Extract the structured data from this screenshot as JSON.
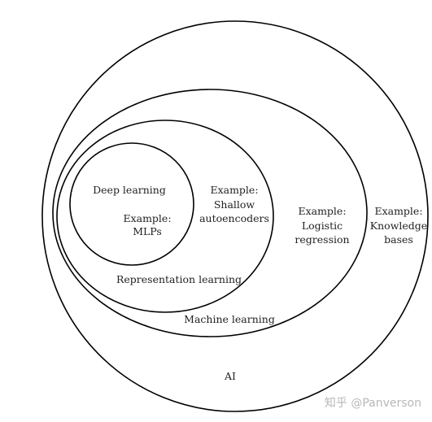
{
  "diagram": {
    "ai": "AI",
    "machine_learning": "Machine learning",
    "representation_learning": "Representation learning",
    "deep_learning": "Deep learning",
    "example_kb": [
      "Example:",
      "Knowledge",
      "bases"
    ],
    "example_logistic": [
      "Example:",
      "Logistic",
      "regression"
    ],
    "example_shallow": [
      "Example:",
      "Shallow",
      "autoencoders"
    ],
    "example_mlps": [
      "Example:",
      "MLPs"
    ]
  },
  "watermark": "知乎 @Panverson"
}
